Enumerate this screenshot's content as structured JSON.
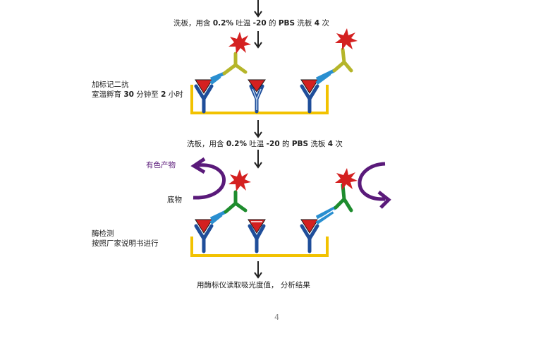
{
  "steps": {
    "wash_1": [
      "洗板，用含 ",
      "0.2%",
      " 吐温 ",
      "-20",
      " 的 ",
      "PBS",
      " 洗板 ",
      "4",
      " 次"
    ],
    "secondary_title": "加标记二抗",
    "secondary_desc": [
      "室温孵育 ",
      "30",
      " 分钟至 ",
      "2",
      " 小时"
    ],
    "wash_2": [
      "洗板，用含 ",
      "0.2%",
      " 吐温 ",
      "-20",
      " 的 ",
      "PBS",
      " 洗板 ",
      "4",
      " 次"
    ],
    "colored_product": "有色产物",
    "substrate": "底物",
    "enzyme_title": "酶检测",
    "enzyme_desc": "按照厂家说明书进行",
    "final": "用酶标仪读取吸光度值， 分析结果"
  },
  "page_number": "4",
  "colors": {
    "plate": "#f2c200",
    "capture_antibody": "#1f4e9a",
    "antigen": "#d42020",
    "primary_antibody": "#2a8fd0",
    "secondary_unbound": "#b5b52a",
    "secondary_bound": "#1e8c2e",
    "enzyme": "#d42020",
    "product_arrow": "#5a1a7a",
    "arrow": "#222222"
  }
}
